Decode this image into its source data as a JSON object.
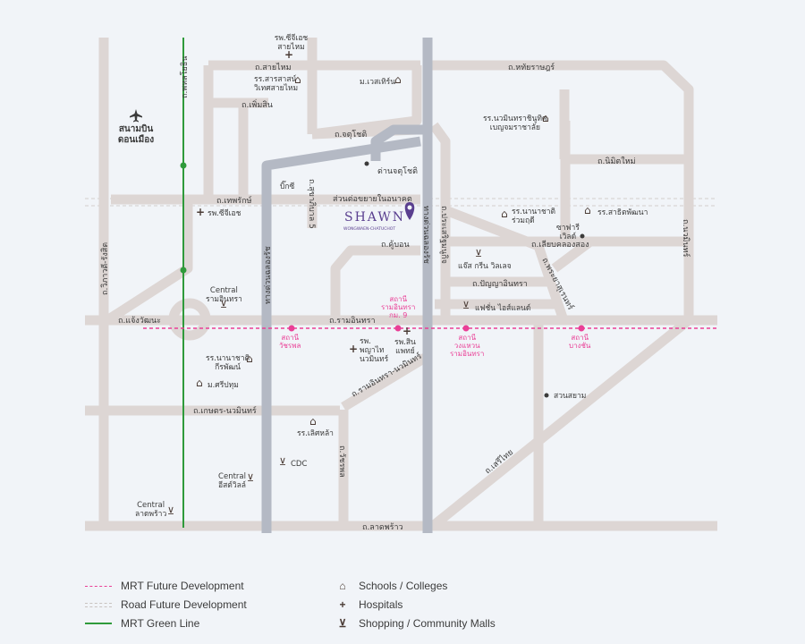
{
  "colors": {
    "background": "#f1f4f8",
    "road": "#ddd6d4",
    "highway": "#b4b9c4",
    "mrt_future": "#ea3f96",
    "road_future": "#c9c3c0",
    "green_line": "#2f9a3b",
    "brand": "#5a3f8f",
    "label": "#3b3b3b",
    "icon": "#4a3b35"
  },
  "roads": {
    "phahonyothin": "ถ.พหลโยธิน",
    "sai_mai": "ถ.สายไหม",
    "phoem_sin": "ถ.เพิ่มสิน",
    "thep_rak": "ถ.เทพรักษ์",
    "vibhavadi": "ถ.วิภาวดี-รังสิต",
    "chaeng_watthana": "ถ.แจ้งวัฒนะ",
    "ram_inthra": "ถ.รามอินทรา",
    "kaset_nawamin": "ถ.เกษตร-นวมินทร์",
    "lat_phrao": "ถ.ลาดพร้าว",
    "hathairat": "ถ.หทัยราษฎร์",
    "chatuchot": "ถ.จตุโชติ",
    "sukhapiban5": "ถ.สุขาภิบาล 5",
    "watcharaphon": "ถ.วัชรพล",
    "khubon": "ถ.คู้บอน",
    "panya_inthra": "ถ.ปัญญาอินทรา",
    "liab_khlong_song": "ถ.เลียบคลองสอง",
    "phraya_suren": "ถ.พระยาสุเรนทร์",
    "nimitmai": "ถ.นิมิตใหม่",
    "serithai": "ถ.เสรีไทย",
    "nawamin": "ถ.นวมินทร์",
    "ram_inthra_nawamin": "ถ.รามอินทรา-นวมินทร์",
    "prasert_manukit": "ถ.ประเสริฐมนูกิจ",
    "expressway_left": "ทางด่วนฉลองรัช",
    "expressway_right": "ทางด่วนฉลองรัช",
    "road_extension": "ส่วนต่อขยายในอนาคต",
    "chatuchot_jct": "ด่านจตุโชติ"
  },
  "brand": {
    "name": "SHAWN",
    "tagline": "WONGWAEN-CHATUCHOT"
  },
  "places": {
    "airport": "สนามบิน\nดอนเมือง",
    "hosp_vibharam_saimai": "รพ.ซีจีเอช\nสายไหม",
    "sch_sarasas": "รร.สารสาสน์\nวิเทศสายไหม",
    "univ_western": "ม.เวสเทิร์น",
    "sch_navamin_bencha": "รร.นวมินทราชินูทิศ\nเบญจมราชาลัย",
    "big_c": "บิ๊กซี",
    "hosp_cgh": "รพ.ซีจีเอช",
    "sch_nawa_ruamrudee": "รร.นานาชาติ\nร่วมฤดี",
    "sch_satit_pattana": "รร.สาธิตพัฒนา",
    "safari": "ซาฟารี\nเวิลด์",
    "the_jas": "แจ๊ส กรีน วิลเลจ",
    "central_ramindra": "Central\nรามอินทรา",
    "fashion_island": "แฟชั่น ไอส์แลนด์",
    "sch_kpis": "รร.นานาชาติ\nกีรพัฒน์",
    "hosp_phyathai": "รพ.\nพญาไท\nนวมินทร์",
    "hosp_sinphat": "รพ.สิน\nแพทย์",
    "univ_sripatum": "ม.ศรีปทุม",
    "suan_siam": "สวนสยาม",
    "sch_nawaminthrachinuthit": "รร.เลิศหล้า",
    "cdc": "CDC",
    "central_eastville": "Central\nอีสต์วิลล์",
    "central_ladprao": "Central\nลาดพร้าว"
  },
  "stations": {
    "watcharaphon": "สถานี\nวัชรพล",
    "ram_inthra_km9": "สถานี\nรามอินทรา\nกม. 9",
    "khu_bon": "สถานี\nวงแหวน\nรามอินทรา",
    "bang_chan": "สถานี\nบางชัน"
  },
  "legend": {
    "mrt_future": "MRT Future Development",
    "road_future": "Road Future Development",
    "mrt_green": "MRT Green Line",
    "schools": "Schools / Colleges",
    "hospitals": "Hospitals",
    "malls": "Shopping / Community Malls"
  },
  "icons": {
    "school": "school-icon",
    "hospital": "hospital-cross-icon",
    "mall": "shopping-cart-icon",
    "airport": "airplane-icon",
    "location": "location-pin-icon"
  }
}
